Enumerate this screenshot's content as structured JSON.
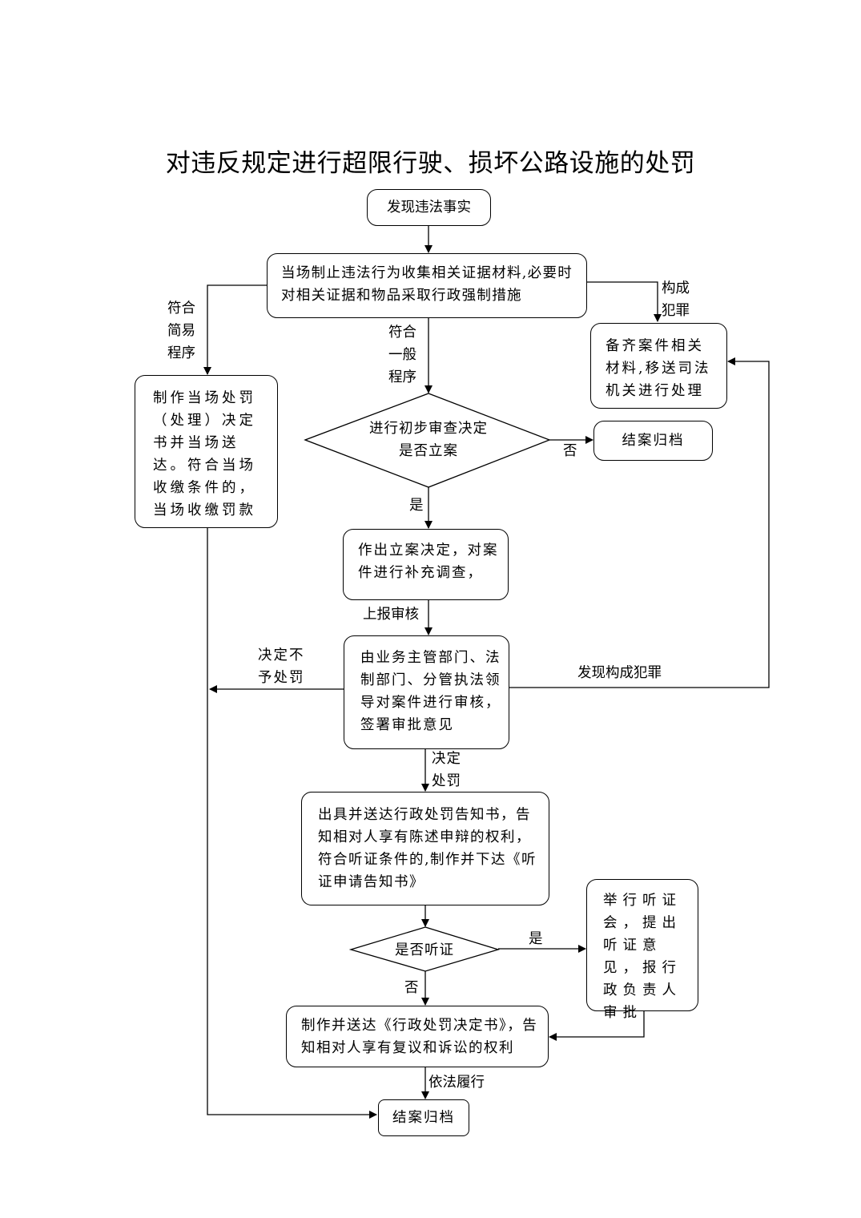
{
  "title": "对违反规定进行超限行驶、损坏公路设施的处罚",
  "nodes": {
    "discover": "发现违法事实",
    "stop": "当场制止违法行为收集相关证据材料,必要时对相关证据和物品采取行政强制措施",
    "transfer": "备齐案件相关材料,移送司法机关进行处理",
    "onsite": "制作当场处罚（处理）决定书并当场送达。符合当场收缴条件的，当场收缴罚款",
    "review_decision": "进行初步审查决定是否立案",
    "close_early": "结案归档",
    "file_case": "作出立案决定，对案件进行补充调查，",
    "approve": "由业务主管部门、法制部门、分管执法领导对案件进行审核，签署审批意见",
    "notice": "出具并送达行政处罚告知书，告知相对人享有陈述申辩的权利，符合听证条件的,制作并下达《听证申请告知书》",
    "hearing_decision": "是否听证",
    "hearing": "举行听证会，提出听证意见，报行政负责人审批",
    "decision_doc": "制作并送达《行政处罚决定书》，告知相对人享有复议和诉讼的权利",
    "close_final": "结案归档"
  },
  "labels": {
    "crime": "构成犯罪",
    "simple": "符合简易程序",
    "general": "符合一般程序",
    "no": "否",
    "yes": "是",
    "report": "上报审核",
    "no_penalty": "决定不予处罚",
    "find_crime": "发现构成犯罪",
    "penalty": "决定处罚",
    "hearing_yes": "是",
    "hearing_no": "否",
    "execute": "依法履行"
  }
}
